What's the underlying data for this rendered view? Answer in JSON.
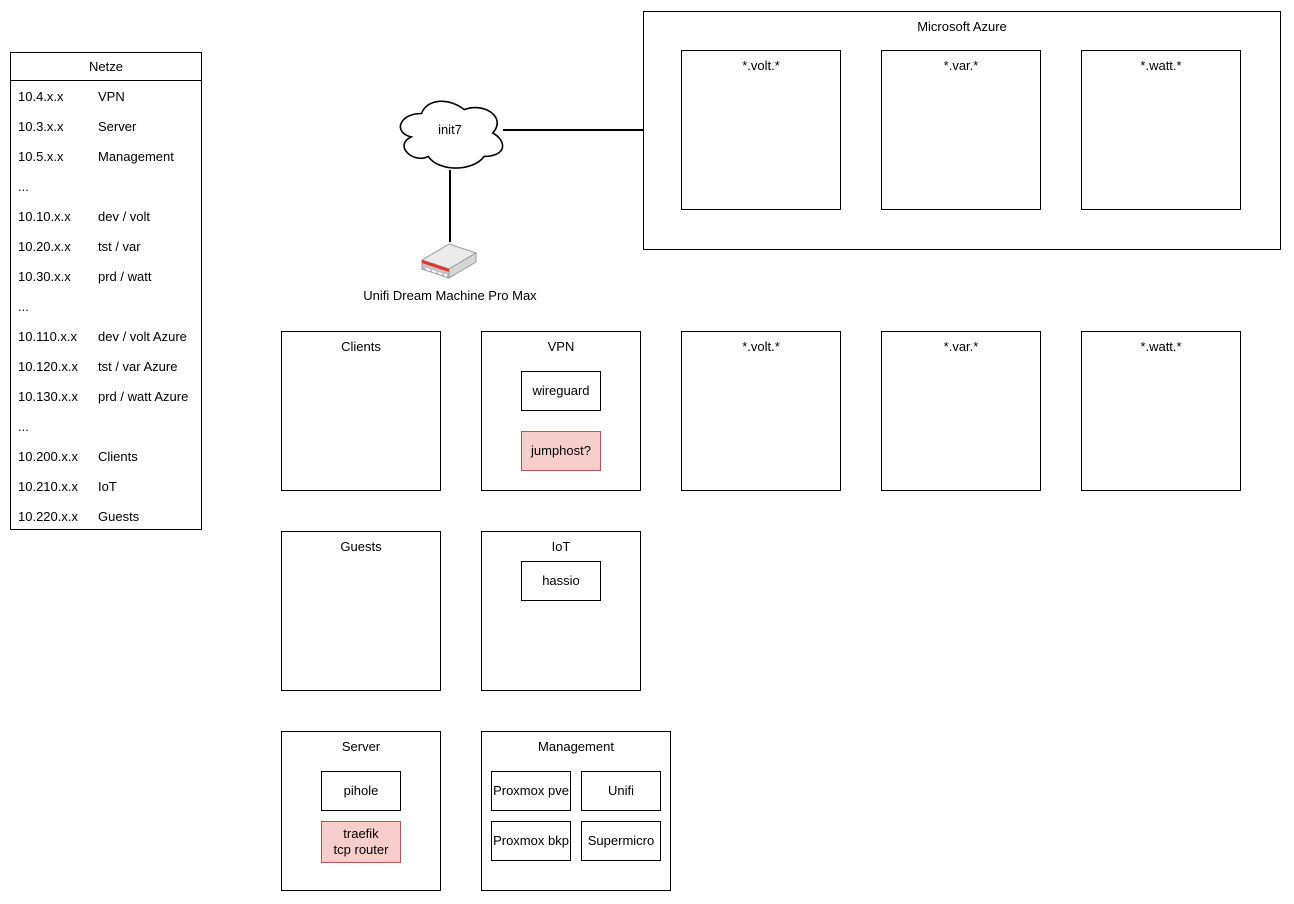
{
  "netze": {
    "title": "Netze",
    "rows": [
      {
        "ip": "10.4.x.x",
        "label": "VPN"
      },
      {
        "ip": "10.3.x.x",
        "label": "Server"
      },
      {
        "ip": "10.5.x.x",
        "label": "Management"
      },
      {
        "ip": "...",
        "label": ""
      },
      {
        "ip": "10.10.x.x",
        "label": "dev / volt"
      },
      {
        "ip": "10.20.x.x",
        "label": "tst / var"
      },
      {
        "ip": "10.30.x.x",
        "label": "prd / watt"
      },
      {
        "ip": "...",
        "label": ""
      },
      {
        "ip": "10.110.x.x",
        "label": "dev / volt Azure"
      },
      {
        "ip": "10.120.x.x",
        "label": "tst / var Azure"
      },
      {
        "ip": "10.130.x.x",
        "label": "prd / watt Azure"
      },
      {
        "ip": "...",
        "label": ""
      },
      {
        "ip": "10.200.x.x",
        "label": "Clients"
      },
      {
        "ip": "10.210.x.x",
        "label": "IoT"
      },
      {
        "ip": "10.220.x.x",
        "label": "Guests"
      }
    ]
  },
  "wan": {
    "cloud_label": "init7",
    "router_label": "Unifi Dream Machine Pro Max"
  },
  "azure": {
    "title": "Microsoft Azure",
    "volt": "*.volt.*",
    "var": "*.var.*",
    "watt": "*.watt.*"
  },
  "lan": {
    "clients": "Clients",
    "vpn": "VPN",
    "wireguard": "wireguard",
    "jumphost": "jumphost?",
    "volt": "*.volt.*",
    "var": "*.var.*",
    "watt": "*.watt.*",
    "guests": "Guests",
    "iot": "IoT",
    "hassio": "hassio",
    "server": "Server",
    "pihole": "pihole",
    "traefik": "traefik\ntcp router",
    "management": "Management",
    "proxmox_pve": "Proxmox pve",
    "unifi": "Unifi",
    "proxmox_bkp": "Proxmox bkp",
    "supermicro": "Supermicro"
  },
  "colors": {
    "highlight_fill": "#f8cecc",
    "highlight_border": "#b85450",
    "router_stripe_red": "#e6332a"
  }
}
